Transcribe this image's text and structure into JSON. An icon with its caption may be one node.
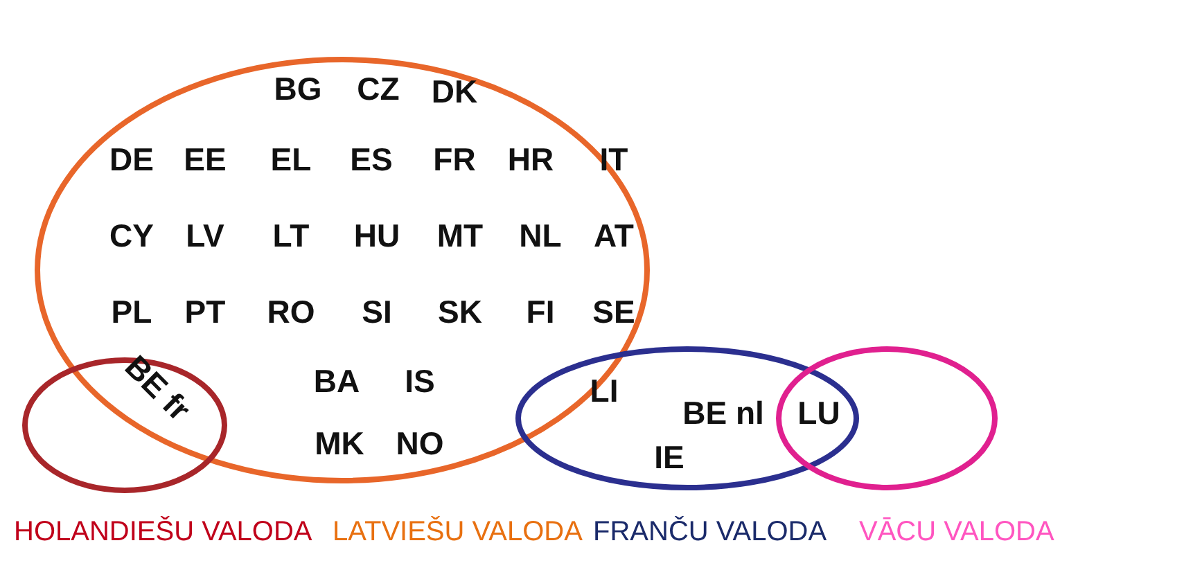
{
  "diagram": {
    "nodes": [
      {
        "text": [
          "LATVIEŠU VALODA"
        ]
      },
      {
        "text": [
          "HOLANDIEŠU VALODA"
        ]
      },
      {
        "text": [
          "FRANČU VALODA"
        ]
      },
      {
        "text": [
          "VĀCU VALODA"
        ]
      }
    ],
    "labels": [
      "BG",
      "CZ",
      "DK",
      "DE",
      "EE",
      "EL",
      "ES",
      "FR",
      "HR",
      "IT",
      "CY",
      "LV",
      "LT",
      "HU",
      "MT",
      "NL",
      "AT",
      "PL",
      "PT",
      "RO",
      "SI",
      "SK",
      "FI",
      "SE",
      "BE fr",
      "BA",
      "IS",
      "LI",
      "BE nl",
      "LU",
      "MK",
      "NO",
      "IE"
    ]
  }
}
